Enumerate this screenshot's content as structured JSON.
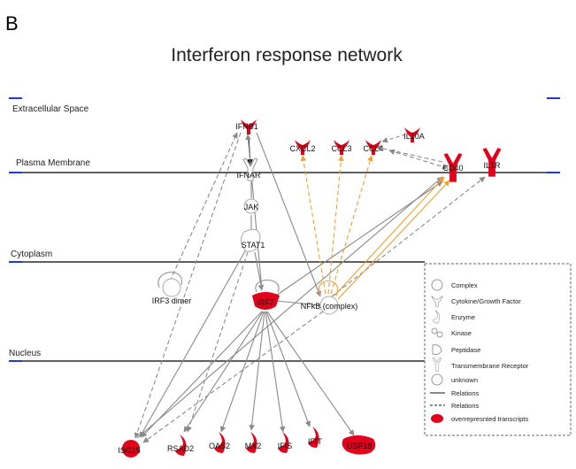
{
  "panel_letter": "B",
  "title": "Interferon response network",
  "layers": {
    "extracellular": "Extracellular Space",
    "plasma_membrane": "Plasma Membrane",
    "cytoplasm": "Cytoplasm",
    "nucleus": "Nucleus"
  },
  "nodes": {
    "ifnb1": "IFNB1",
    "ifnar": "IFNAR",
    "jak": "JAK",
    "stat1": "STAT1",
    "cxcl2": "CXCL2",
    "ccl3": "CCL3",
    "ccl4": "CCL4",
    "il10a": "IL10A",
    "cd40": "CD40",
    "il1r": "IL1R",
    "irf3_dimer": "IRF3 dimer",
    "irf7": "IRF7",
    "nfkb": "NFkB (complex)",
    "isg15": "ISG15",
    "rsad2": "RSAD2",
    "oas2": "OAS2",
    "mx2": "MX2",
    "ifis": "IFIS",
    "ifit": "IFIT",
    "usp18": "USP18"
  },
  "legend": {
    "items": [
      "Complex",
      "Cytokine/Growth Factor",
      "Enzyme",
      "Kinase",
      "Peptidase",
      "Transmembrane Receptor",
      "unknown",
      "Relations",
      "Relations",
      "overrepresnted transcripts"
    ]
  },
  "colors": {
    "overrepresented": "#e3001b",
    "edge_gray": "#8a8a8a",
    "edge_orange": "#f0a030",
    "membrane_line": "#000000",
    "layer_marker": "#1f3fbf"
  }
}
